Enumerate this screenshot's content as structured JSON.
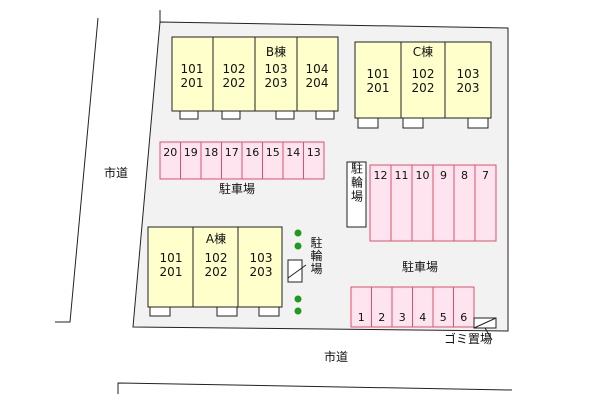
{
  "labels": {
    "city_road_left": "市道",
    "city_road_bottom": "市道",
    "parking_top": "駐車場",
    "parking_right": "駐車場",
    "bicycle_right": "駐輪場",
    "bicycle_left": "駐輪場",
    "garbage": "ゴミ置場"
  },
  "buildings": {
    "b": {
      "name": "B棟",
      "units": [
        [
          "101",
          "201"
        ],
        [
          "102",
          "202"
        ],
        [
          "103",
          "203"
        ],
        [
          "104",
          "204"
        ]
      ]
    },
    "c": {
      "name": "C棟",
      "units": [
        [
          "101",
          "201"
        ],
        [
          "102",
          "202"
        ],
        [
          "103",
          "203"
        ]
      ]
    },
    "a": {
      "name": "A棟",
      "units": [
        [
          "101",
          "201"
        ],
        [
          "102",
          "202"
        ],
        [
          "103",
          "203"
        ]
      ]
    }
  },
  "parking": {
    "top_row": [
      "20",
      "19",
      "18",
      "17",
      "16",
      "15",
      "14",
      "13"
    ],
    "right_row": [
      "12",
      "11",
      "10",
      "9",
      "8",
      "7"
    ],
    "bottom_row": [
      "1",
      "2",
      "3",
      "4",
      "5",
      "6"
    ]
  },
  "colors": {
    "building_fill": "#ffffcc",
    "parking_fill": "#fde4ee",
    "parking_stroke": "#e0506e",
    "tree": "#1e9a1e",
    "lot_fill": "#f2f2f2"
  }
}
